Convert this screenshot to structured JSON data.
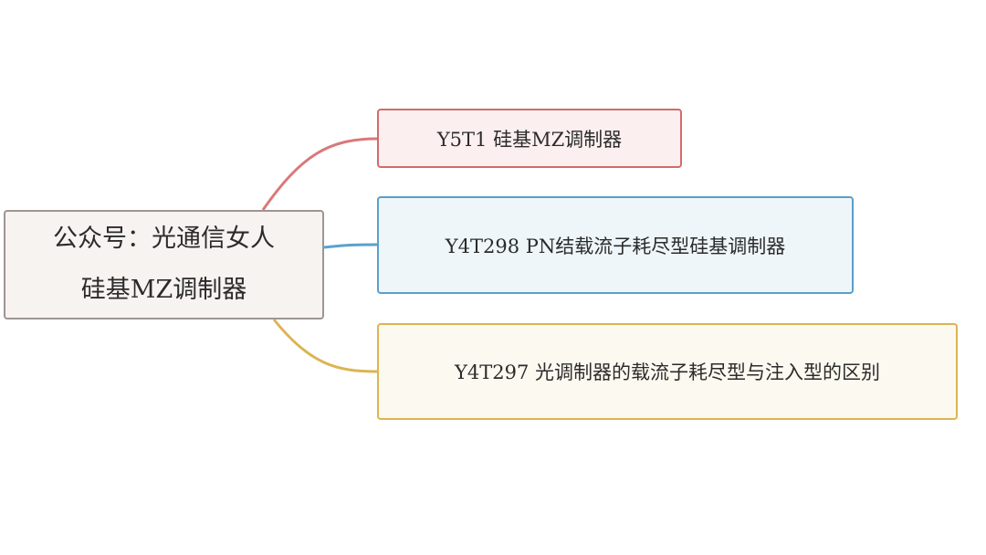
{
  "mindmap": {
    "root": {
      "line1": "公众号：光通信女人",
      "line2": "硅基MZ调制器"
    },
    "branches": [
      {
        "label": "Y5T1 硅基MZ调制器",
        "color": "#d36b6b"
      },
      {
        "label": "Y4T298 PN结载流子耗尽型硅基调制器",
        "color": "#5a9fc9"
      },
      {
        "label": "Y4T297 光调制器的载流子耗尽型与注入型的区别",
        "color": "#dcb453"
      }
    ]
  }
}
